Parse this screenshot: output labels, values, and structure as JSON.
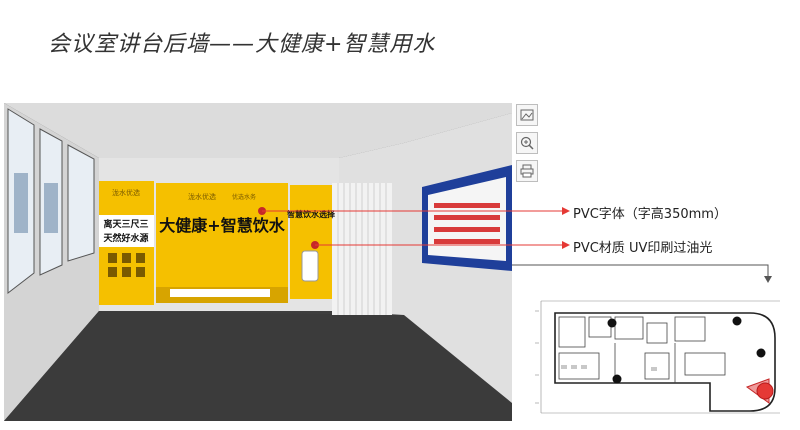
{
  "page_title": "会议室讲台后墙——大健康+智慧用水",
  "annotations": [
    {
      "text": "PVC字体（字高350mm）"
    },
    {
      "text": "PVC材质 UV印刷过油光"
    }
  ],
  "left_panel": {
    "logo": "泷水优选",
    "slogan_line1": "离天三尺三",
    "slogan_line2": "天然好水源"
  },
  "center_panel": {
    "logo": "泷水优选",
    "logo2": "优选水务",
    "headline": "大健康+智慧饮水"
  },
  "right_panel": {
    "headline": "智慧饮水选择"
  },
  "accent_color": "#e53935",
  "panel_color": "#f5c000"
}
